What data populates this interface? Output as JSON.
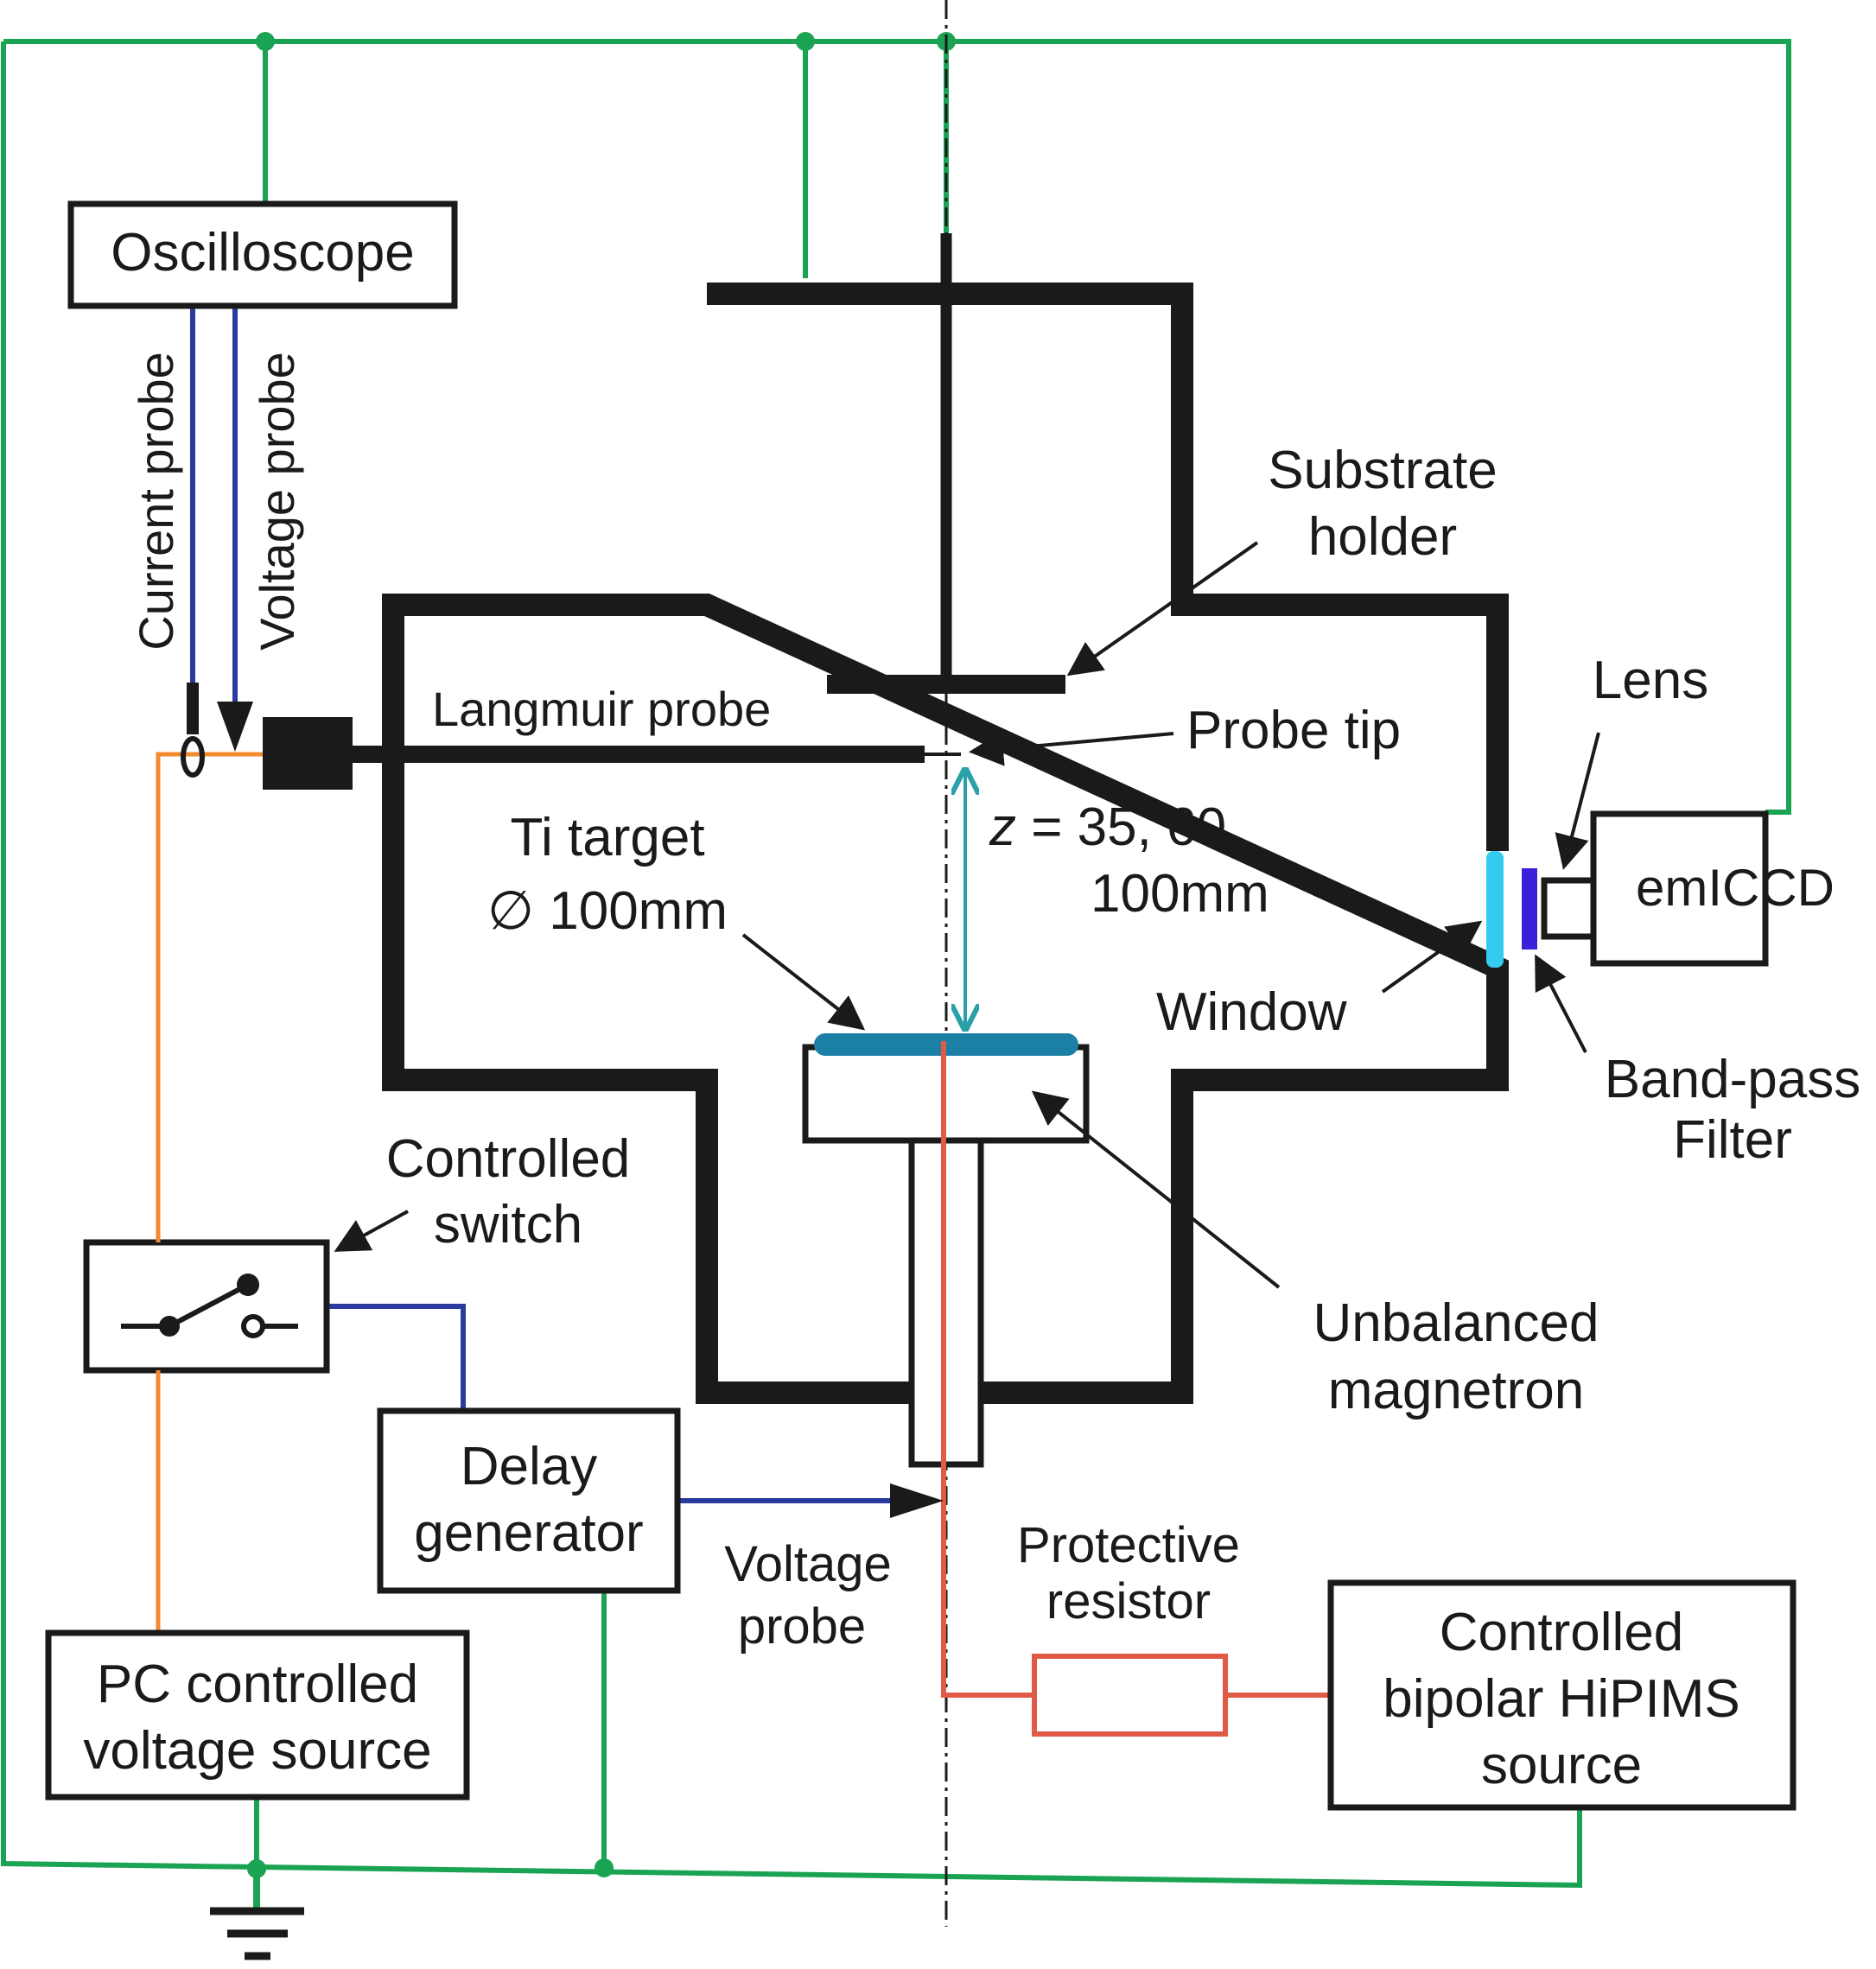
{
  "labels": {
    "oscilloscope": "Oscilloscope",
    "current_probe": "Current probe",
    "voltage_probe_vertical": "Voltage probe",
    "substrate_holder_line1": "Substrate",
    "substrate_holder_line2": "holder",
    "langmuir_probe": "Langmuir probe",
    "probe_tip": "Probe tip",
    "lens": "Lens",
    "emiccd": "emICCD",
    "ti_target_line1": "Ti target",
    "ti_target_line2": "∅ 100mm",
    "z_var": "z",
    "z_line1": "= 35, 60,",
    "z_line2": "100mm",
    "window": "Window",
    "bandpass_line1": "Band-pass",
    "bandpass_line2": "Filter",
    "controlled_switch_line1": "Controlled",
    "controlled_switch_line2": "switch",
    "unbalanced_magnetron_line1": "Unbalanced",
    "unbalanced_magnetron_line2": "magnetron",
    "delay_generator_line1": "Delay",
    "delay_generator_line2": "generator",
    "voltage_probe_lower_line1": "Voltage",
    "voltage_probe_lower_line2": "probe",
    "protective_resistor_line1": "Protective",
    "protective_resistor_line2": "resistor",
    "pc_source_line1": "PC controlled",
    "pc_source_line2": "voltage source",
    "hipims_line1": "Controlled",
    "hipims_line2": "bipolar HiPIMS",
    "hipims_line3": "source"
  },
  "colors": {
    "ground_wire": "#1aa352",
    "signal_wire": "#2b3a9e",
    "probe_wire": "#f28a2e",
    "power_wire": "#e05a45",
    "target": "#1c7fa6",
    "window": "#33ccee",
    "filter": "#3a1fdb",
    "chamber": "#1a1a1a"
  }
}
